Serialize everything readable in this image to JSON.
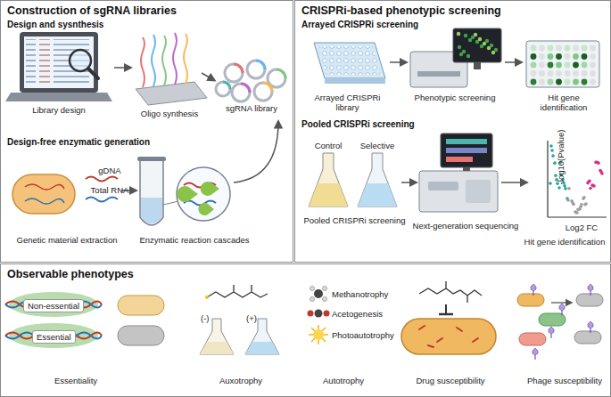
{
  "diagram": {
    "nodes": [
      {
        "text": [
          "Construction of sgRNA libraries"
        ]
      },
      {
        "text": [
          "CRISPRi-based phenotypic screening"
        ]
      },
      {
        "text": [
          "Observable phenotypes"
        ]
      }
    ],
    "labels": [
      "Design and sysnthesis",
      "Library design",
      "Oligo synthesis",
      "sgRNA library",
      "Design-free enzymatic generation",
      "gDNA",
      "Total RNA",
      "Genetic material extraction",
      "Enzymatic reaction cascades",
      "Arrayed CRISPRi screening",
      "Arrayed CRISPRi library",
      "Phenotypic screening",
      "Hit gene identification",
      "Pooled CRISPRi screening",
      "Control",
      "Selective",
      "Pooled CRISPRi screening",
      "Next-generation sequencing",
      "-log10(Pvalue)",
      "Log2 FC",
      "Hit gene identification",
      "Non-essential",
      "Essential",
      "Essentiality",
      "(-)",
      "(+)",
      "Auxotrophy",
      "Methanotrophy",
      "Acetogenesis",
      "Photoautotrophy",
      "Autotrophy",
      "Drug susceptibility",
      "Phage susceptibility"
    ]
  }
}
